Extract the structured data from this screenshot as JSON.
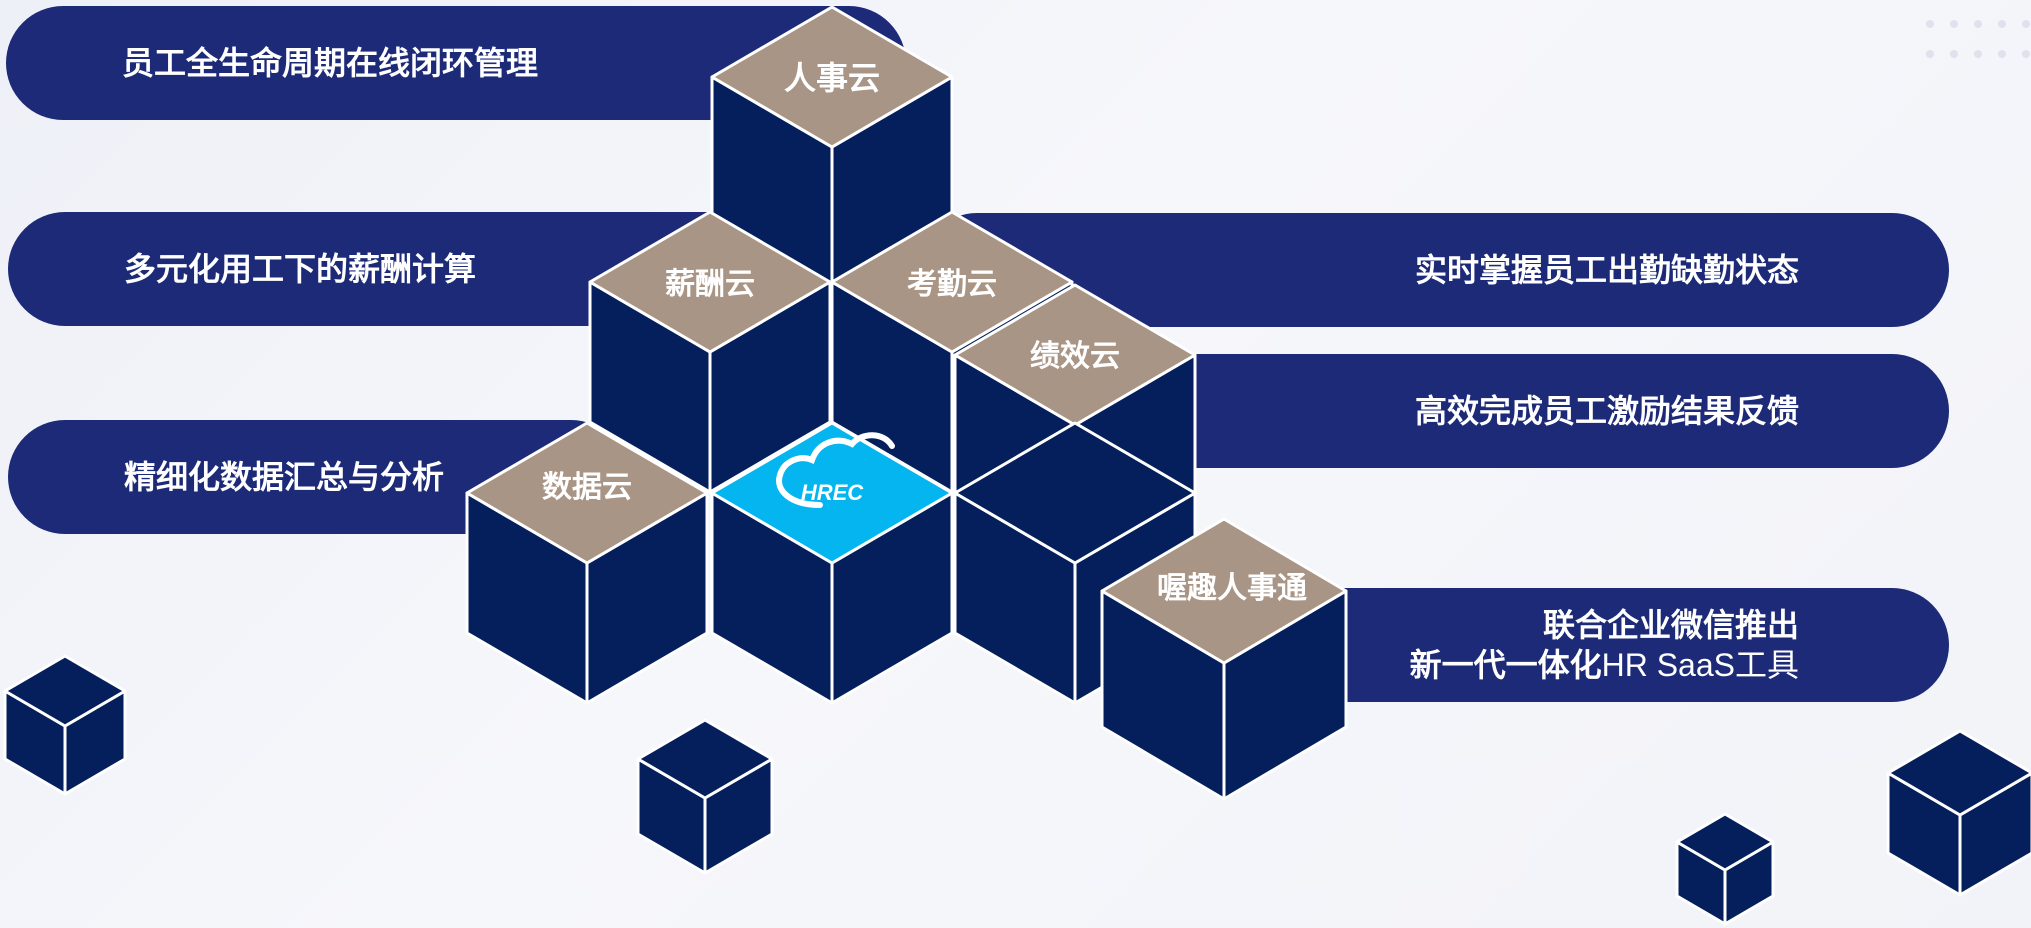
{
  "colors": {
    "pill": "#1c2a78",
    "cube_side": "#041f5c",
    "cube_top": "#a99585",
    "cube_edge": "#ffffff",
    "logo_top": "#05b5ef",
    "text": "#ffffff"
  },
  "left_features": [
    "员工全生命周期在线闭环管理",
    "多元化用工下的薪酬计算",
    "精细化数据汇总与分析"
  ],
  "right_features": [
    "实时掌握员工出勤缺勤状态",
    "高效完成员工激励结果反馈"
  ],
  "right_feature_multiline": {
    "line1": "联合企业微信推出",
    "line2_head": "新一代一体化",
    "line2_tail": "HR SaaS工具"
  },
  "modules": {
    "hr": "人事云",
    "salary": "薪酬云",
    "attendance": "考勤云",
    "performance": "绩效云",
    "data": "数据云",
    "wequ": "喔趣人事通"
  },
  "logo": {
    "text": "HREC",
    "icon": "cloud-logo-icon"
  }
}
